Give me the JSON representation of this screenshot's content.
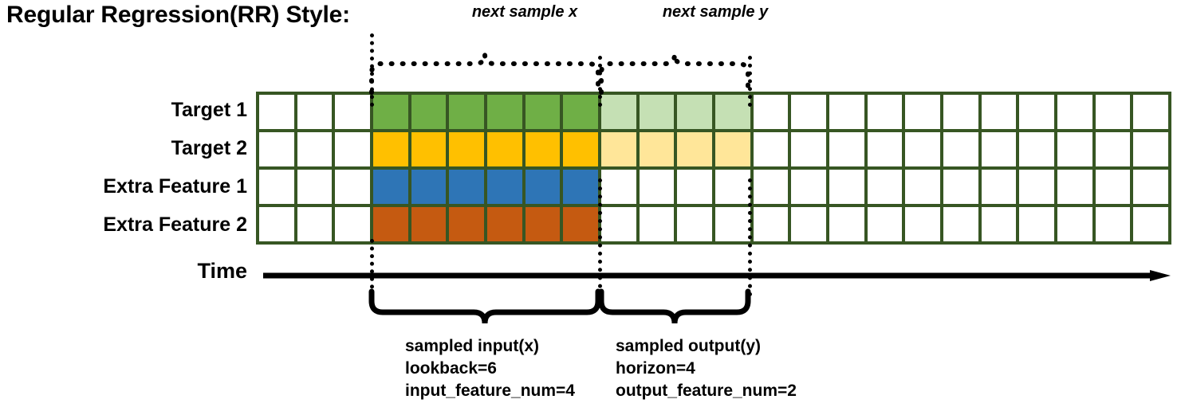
{
  "title": "Regular Regression(RR) Style:",
  "top_braces": [
    {
      "id": "next-sample-x",
      "label": "next sample x"
    },
    {
      "id": "next-sample-y",
      "label": "next sample y"
    }
  ],
  "rows": [
    {
      "name": "Target 1",
      "label": "Target 1"
    },
    {
      "name": "Target 2",
      "label": "Target 2"
    },
    {
      "name": "Extra Feature 1",
      "label": "Extra Feature 1"
    },
    {
      "name": "Extra Feature 2",
      "label": "Extra Feature 2"
    }
  ],
  "time_axis": {
    "label": "Time"
  },
  "grid": {
    "columns": 24,
    "rows": 4,
    "input_start_col": 4,
    "input_end_col": 9,
    "output_start_col": 10,
    "output_end_col": 13,
    "cell_fills": [
      [
        "white",
        "white",
        "white",
        "green",
        "green",
        "green",
        "green",
        "green",
        "green",
        "lightgreen",
        "lightgreen",
        "lightgreen",
        "lightgreen",
        "white",
        "white",
        "white",
        "white",
        "white",
        "white",
        "white",
        "white",
        "white",
        "white",
        "white"
      ],
      [
        "white",
        "white",
        "white",
        "yellow",
        "yellow",
        "yellow",
        "yellow",
        "yellow",
        "yellow",
        "lightyellow",
        "lightyellow",
        "lightyellow",
        "lightyellow",
        "white",
        "white",
        "white",
        "white",
        "white",
        "white",
        "white",
        "white",
        "white",
        "white",
        "white"
      ],
      [
        "white",
        "white",
        "white",
        "blue",
        "blue",
        "blue",
        "blue",
        "blue",
        "blue",
        "white",
        "white",
        "white",
        "white",
        "white",
        "white",
        "white",
        "white",
        "white",
        "white",
        "white",
        "white",
        "white",
        "white",
        "white"
      ],
      [
        "white",
        "white",
        "white",
        "orange",
        "orange",
        "orange",
        "orange",
        "orange",
        "orange",
        "white",
        "white",
        "white",
        "white",
        "white",
        "white",
        "white",
        "white",
        "white",
        "white",
        "white",
        "white",
        "white",
        "white",
        "white"
      ]
    ]
  },
  "captions": {
    "input": "sampled input(x)\nlookback=6\ninput_feature_num=4",
    "output": "sampled output(y)\nhorizon=4\noutput_feature_num=2"
  },
  "colors": {
    "grid_border": "#375623",
    "green": "#6FAF46",
    "light_green": "#C5E0B4",
    "yellow": "#FFC000",
    "light_yellow": "#FFE699",
    "blue": "#2E75B6",
    "orange": "#C55A11",
    "axis": "#000000",
    "background": "#FFFFFF"
  }
}
